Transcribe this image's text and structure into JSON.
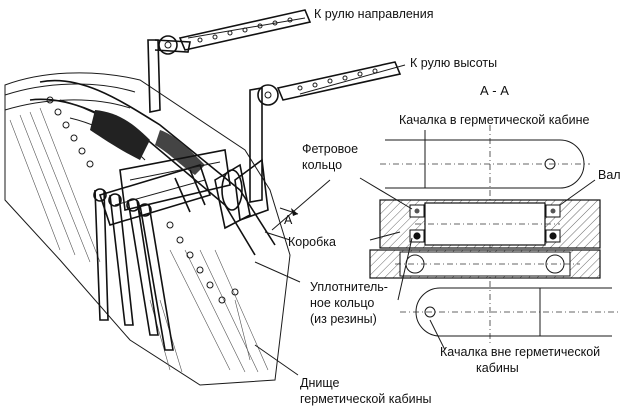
{
  "labels": {
    "rudder": "К рулю направления",
    "elevator": "К рулю высоты",
    "section_title": "А - А",
    "rocker_inside": "Качалка в герметической кабине",
    "felt_ring_1": "Фетровое",
    "felt_ring_2": "кольцо",
    "shaft": "Вал",
    "section_mark": "А",
    "box": "Коробка",
    "seal_1": "Уплотнитель-",
    "seal_2": "ное кольцо",
    "seal_3": "(из резины)",
    "rocker_outside_1": "Качалка вне герметической",
    "rocker_outside_2": "кабины",
    "floor_1": "Днище",
    "floor_2": "герметической кабины"
  }
}
